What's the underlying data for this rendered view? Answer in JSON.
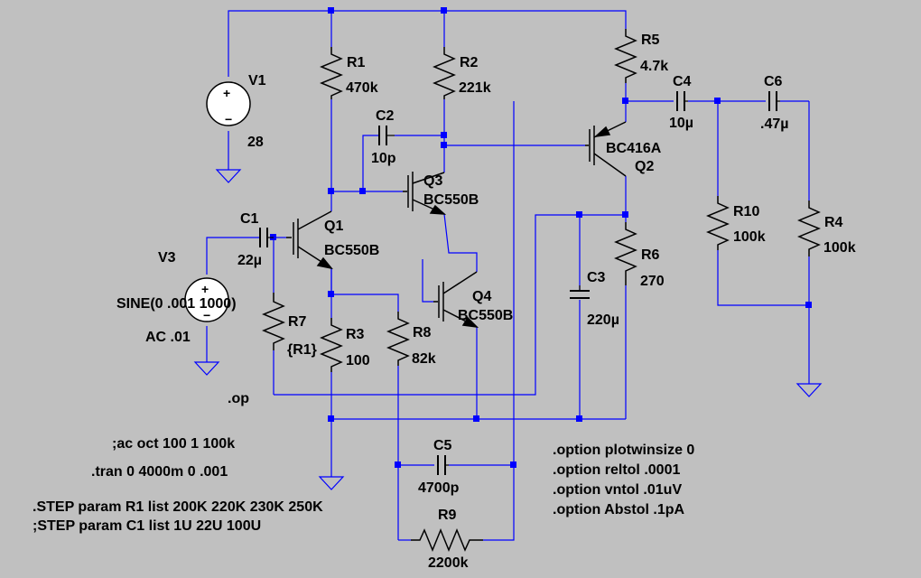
{
  "colors": {
    "background": "#c0c0c0",
    "wire": "#0000ff",
    "component": "#000000",
    "source_fill": "#ffffff",
    "label": "#000000"
  },
  "sources": {
    "V1": {
      "name": "V1",
      "value": "28"
    },
    "V3": {
      "name": "V3",
      "value": "SINE(0 .001 1000)",
      "ac": "AC .01"
    }
  },
  "resistors": {
    "R1": {
      "name": "R1",
      "value": "470k"
    },
    "R2": {
      "name": "R2",
      "value": "221k"
    },
    "R3": {
      "name": "R3",
      "value": "100"
    },
    "R4": {
      "name": "R4",
      "value": "100k"
    },
    "R5": {
      "name": "R5",
      "value": "4.7k"
    },
    "R6": {
      "name": "R6",
      "value": "270"
    },
    "R7": {
      "name": "R7",
      "value": "{R1}"
    },
    "R8": {
      "name": "R8",
      "value": "82k"
    },
    "R9": {
      "name": "R9",
      "value": "2200k"
    },
    "R10": {
      "name": "R10",
      "value": "100k"
    }
  },
  "capacitors": {
    "C1": {
      "name": "C1",
      "value": "22µ"
    },
    "C2": {
      "name": "C2",
      "value": "10p"
    },
    "C3": {
      "name": "C3",
      "value": "220µ"
    },
    "C4": {
      "name": "C4",
      "value": "10µ"
    },
    "C5": {
      "name": "C5",
      "value": "4700p"
    },
    "C6": {
      "name": "C6",
      "value": ".47µ"
    }
  },
  "transistors": {
    "Q1": {
      "name": "Q1",
      "model": "BC550B"
    },
    "Q2": {
      "name": "Q2",
      "model": "BC416A"
    },
    "Q3": {
      "name": "Q3",
      "model": "BC550B"
    },
    "Q4": {
      "name": "Q4",
      "model": "BC550B"
    }
  },
  "directives": {
    "op": ".op",
    "ac": ";ac oct 100 1 100k",
    "tran": ".tran 0 4000m 0 .001",
    "step1": ".STEP param R1 list  200K 220K 230K 250K",
    "step2": ";STEP param C1 list 1U  22U 100U",
    "opt1": ".option plotwinsize 0",
    "opt2": ".option reltol .0001",
    "opt3": ".option vntol .01uV",
    "opt4": ".option Abstol .1pA"
  }
}
